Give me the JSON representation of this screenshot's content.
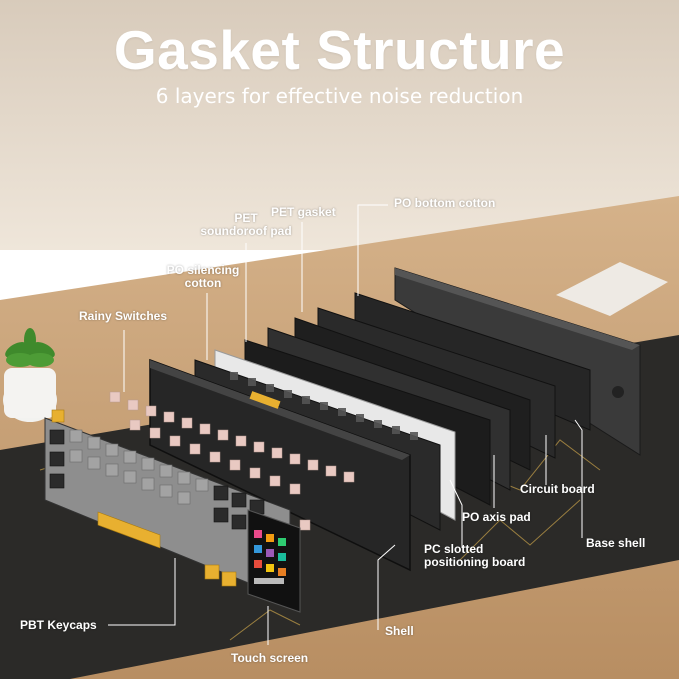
{
  "title": "Gasket Structure",
  "subtitle": "6 layers for effective noise reduction",
  "labels": {
    "po_bottom_cotton": "PO bottom cotton",
    "pet_gasket": "PET gasket",
    "pet_soundproof_line1": "PET",
    "pet_soundproof_line2": "soundoroof pad",
    "po_silencing_line1": "PO silencing",
    "po_silencing_line2": "cotton",
    "rainy_switches": "Rainy Switches",
    "circuit_board": "Circuit board",
    "po_axis_pad": "PO axis pad",
    "base_shell": "Base shell",
    "pc_slotted_line1": "PC slotted",
    "pc_slotted_line2": "positioning board",
    "pbt_keycaps": "PBT Keycaps",
    "shell": "Shell",
    "touch_screen": "Touch screen"
  },
  "colors": {
    "wall": "#e6dccf",
    "desk": "#c9a47c",
    "mat": "#2a2a2a",
    "plate_black": "#222222",
    "plate_white": "#e8e8e8",
    "switch_pink": "#e9c9c2",
    "keycap_grey": "#9a9a9a",
    "keycap_black": "#2b2b2b",
    "keycap_yellow": "#e8b030"
  }
}
